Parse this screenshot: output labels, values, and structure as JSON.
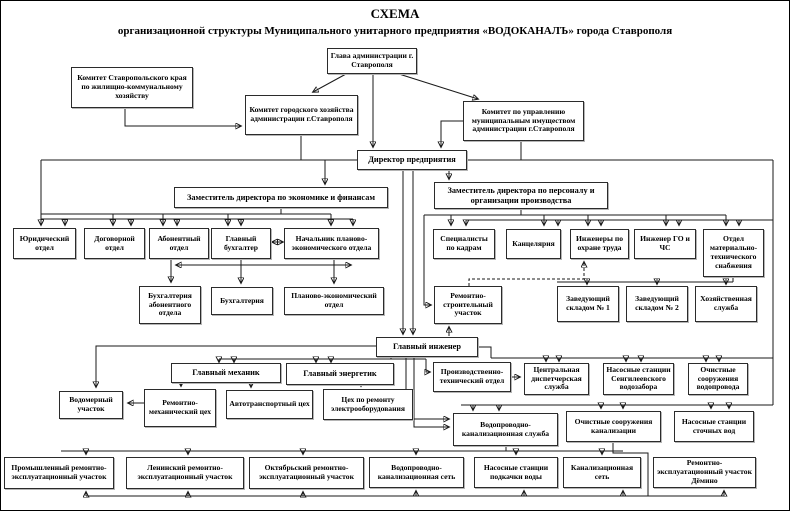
{
  "title": "СХЕМА",
  "subtitle": "организационной структуры Муниципального унитарного предприятия «ВОДОКАНАЛЪ» города Ставрополя",
  "colors": {
    "background": "#ffffff",
    "line": "#1a1a1a",
    "box_border": "#2b2b2b"
  },
  "nodes": {
    "glava": {
      "label": "Глава администрации г. Ставрополя"
    },
    "komitet_kraya": {
      "label": "Комитет Ставропольского края по жилищно-коммунальному хозяйству"
    },
    "komitet_gorhoz": {
      "label": "Комитет городского хозяйства администрации г.Ставрополя"
    },
    "komitet_imush": {
      "label": "Комитет по управлению муниципальным имуществом администрации г.Ставрополя"
    },
    "director": {
      "label": "Директор предприятия"
    },
    "zam_econom": {
      "label": "Заместитель директора по экономике и финансам"
    },
    "zam_personal": {
      "label": "Заместитель директора по персоналу и организации производства"
    },
    "yurid": {
      "label": "Юридический отдел"
    },
    "dogovor": {
      "label": "Договорной отдел"
    },
    "abonent": {
      "label": "Абонентный отдел"
    },
    "glavbuh": {
      "label": "Главный бухгалтер"
    },
    "nach_peo": {
      "label": "Начальник планово-экономического отдела"
    },
    "spec_kadry": {
      "label": "Специалисты по кадрам"
    },
    "kancel": {
      "label": "Канцелярия"
    },
    "ohrana_truda": {
      "label": "Инженеры по охране труда"
    },
    "go_chs": {
      "label": "Инженер ГО и ЧС"
    },
    "otdel_mts": {
      "label": "Отдел материально-технического снабжения"
    },
    "buh_abonent": {
      "label": "Бухгалтерия абонентного отдела"
    },
    "buhgalteria": {
      "label": "Бухгалтерия"
    },
    "peo": {
      "label": "Планово-экономический отдел"
    },
    "rsu": {
      "label": "Ремонтно-строительный участок"
    },
    "sklad1": {
      "label": "Заведующий складом № 1"
    },
    "sklad2": {
      "label": "Заведующий складом № 2"
    },
    "hoz": {
      "label": "Хозяйственная служба"
    },
    "glav_inzhener": {
      "label": "Главный инженер"
    },
    "glav_mehanik": {
      "label": "Главный механик"
    },
    "glav_energetik": {
      "label": "Главный энергетик"
    },
    "pto": {
      "label": "Производственно-технический отдел"
    },
    "cds": {
      "label": "Центральная диспетчерская служба"
    },
    "ns_sengil": {
      "label": "Насосные станции Сенгилеевского водозабора"
    },
    "os_vodoprovod": {
      "label": "Очистные сооружения водопровода"
    },
    "vodomer": {
      "label": "Водомерный участок"
    },
    "rem_meh": {
      "label": "Ремонтно-механический цех"
    },
    "avtotrans": {
      "label": "Автотранспортный цех"
    },
    "ceh_electro": {
      "label": "Цех по ремонту электрооборудования"
    },
    "vk_sluzhba": {
      "label": "Водопроводно-канализационная служба"
    },
    "os_kanal": {
      "label": "Очистные сооружения канализации"
    },
    "ns_stochnye": {
      "label": "Насосные станции сточных вод"
    },
    "prom_reu": {
      "label": "Промышленный ремонтно-эксплуатационный участок"
    },
    "lenin_reu": {
      "label": "Ленинский ремонтно-эксплуатационный участок"
    },
    "oktyabr_reu": {
      "label": "Октябрьский ремонтно-эксплуатационный участок"
    },
    "vk_set": {
      "label": "Водопроводно-канализационная сеть"
    },
    "ns_podkachki": {
      "label": "Насосные станции подкачки воды"
    },
    "kanal_set": {
      "label": "Канализационная сеть"
    },
    "reu_demino": {
      "label": "Ремонтно-эксплуатационный участок Дёмино"
    }
  },
  "edges": [
    [
      "glava",
      "komitet_gorhoz"
    ],
    [
      "glava",
      "komitet_imush"
    ],
    [
      "komitet_kraya",
      "komitet_gorhoz"
    ],
    [
      "glava",
      "director"
    ],
    [
      "komitet_gorhoz",
      "director"
    ],
    [
      "komitet_imush",
      "director"
    ],
    [
      "director",
      "zam_econom"
    ],
    [
      "director",
      "zam_personal"
    ],
    [
      "zam_econom",
      "yurid"
    ],
    [
      "zam_econom",
      "dogovor"
    ],
    [
      "zam_econom",
      "abonent"
    ],
    [
      "zam_econom",
      "glavbuh"
    ],
    [
      "zam_econom",
      "nach_peo"
    ],
    [
      "abonent",
      "glavbuh"
    ],
    [
      "glavbuh",
      "nach_peo"
    ],
    [
      "abonent",
      "buh_abonent"
    ],
    [
      "glavbuh",
      "buhgalteria"
    ],
    [
      "nach_peo",
      "peo"
    ],
    [
      "zam_personal",
      "spec_kadry"
    ],
    [
      "zam_personal",
      "kancel"
    ],
    [
      "zam_personal",
      "ohrana_truda"
    ],
    [
      "zam_personal",
      "go_chs"
    ],
    [
      "zam_personal",
      "otdel_mts"
    ],
    [
      "otdel_mts",
      "sklad1"
    ],
    [
      "otdel_mts",
      "sklad2"
    ],
    [
      "otdel_mts",
      "hoz"
    ],
    [
      "director",
      "glav_inzhener"
    ],
    [
      "glav_inzhener",
      "rsu"
    ],
    [
      "rsu",
      "ohrana_truda"
    ],
    [
      "glav_inzhener",
      "glav_mehanik"
    ],
    [
      "glav_inzhener",
      "glav_energetik"
    ],
    [
      "glav_inzhener",
      "pto"
    ],
    [
      "pto",
      "cds"
    ],
    [
      "glav_inzhener",
      "cds"
    ],
    [
      "glav_inzhener",
      "ns_sengil"
    ],
    [
      "glav_inzhener",
      "os_vodoprovod"
    ],
    [
      "glav_inzhener",
      "vodomer"
    ],
    [
      "glav_mehanik",
      "rem_meh"
    ],
    [
      "glav_mehanik",
      "avtotrans"
    ],
    [
      "glav_energetik",
      "ceh_electro"
    ],
    [
      "rem_meh",
      "vodomer"
    ],
    [
      "glav_inzhener",
      "vk_sluzhba"
    ],
    [
      "glav_inzhener",
      "os_kanal"
    ],
    [
      "glav_inzhener",
      "ns_stochnye"
    ],
    [
      "vk_sluzhba",
      "prom_reu"
    ],
    [
      "vk_sluzhba",
      "lenin_reu"
    ],
    [
      "vk_sluzhba",
      "oktyabr_reu"
    ],
    [
      "vk_sluzhba",
      "vk_set"
    ],
    [
      "vk_sluzhba",
      "ns_podkachki"
    ],
    [
      "vk_sluzhba",
      "kanal_set"
    ],
    [
      "os_kanal",
      "reu_demino"
    ]
  ]
}
